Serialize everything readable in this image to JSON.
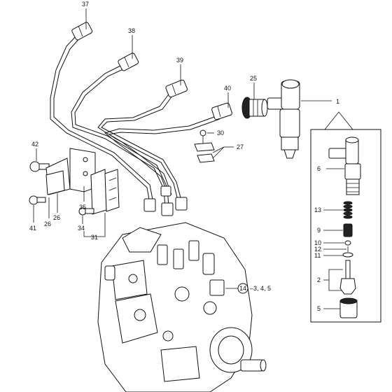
{
  "callouts": {
    "c37": "37",
    "c38": "38",
    "c39": "39",
    "c40": "40",
    "c25": "25",
    "c1": "1",
    "c30": "30",
    "c27": "27",
    "c42": "42",
    "c41": "41",
    "c26a": "26",
    "c26b": "26",
    "c35": "35",
    "c34": "34",
    "c31": "31",
    "c6": "6",
    "c13": "13",
    "c9": "9",
    "c10": "10",
    "c12": "12",
    "c11": "11",
    "c2": "2",
    "c5": "5",
    "c14_num": "14",
    "c14_suffix": "–3, 4, 5"
  }
}
